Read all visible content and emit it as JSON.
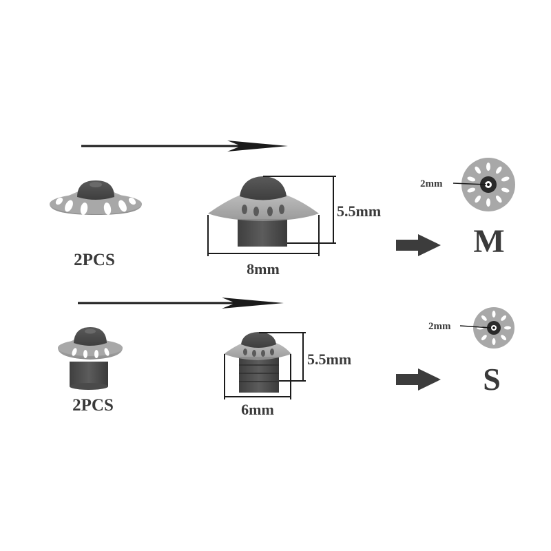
{
  "colors": {
    "background": "#ffffff",
    "dome_gray": "#4a4a4a",
    "flange_gray": "#a6a6a6",
    "line_dark": "#1a1a1a",
    "arrow_gray": "#3c3c3c"
  },
  "rows": [
    {
      "quantity_label": "2PCS",
      "height_label": "5.5mm",
      "width_label": "8mm",
      "hole_label": "2mm",
      "size_letter": "M"
    },
    {
      "quantity_label": "2PCS",
      "height_label": "5.5mm",
      "width_label": "6mm",
      "hole_label": "2mm",
      "size_letter": "S"
    }
  ],
  "icons": {
    "long_arrow": "long-right-arrow-icon",
    "block_arrow": "block-right-arrow-icon"
  }
}
